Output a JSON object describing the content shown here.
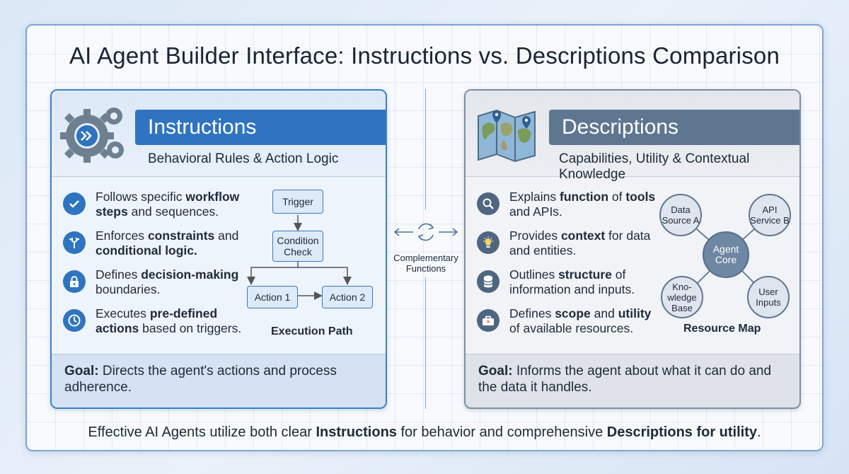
{
  "title": "AI Agent Builder Interface: Instructions vs. Descriptions Comparison",
  "instructions": {
    "heading": "Instructions",
    "subheading": "Behavioral Rules & Action Logic",
    "items": [
      {
        "icon": "check-icon",
        "pre": "Follows specific ",
        "bold": "workflow steps",
        "post": " and sequences."
      },
      {
        "icon": "branch-icon",
        "pre": "Enforces ",
        "bold": "constraints",
        "mid": " and ",
        "bold2": "conditional logic.",
        "post": ""
      },
      {
        "icon": "lock-icon",
        "pre": "Defines ",
        "bold": "decision-making",
        "post": " boundaries."
      },
      {
        "icon": "clock-icon",
        "pre": "Executes ",
        "bold": "pre-defined actions",
        "post": " based on triggers."
      }
    ],
    "flow": {
      "trigger": "Trigger",
      "condition": "Condition Check",
      "action1": "Action 1",
      "action2": "Action 2",
      "caption": "Execution Path"
    },
    "goal_label": "Goal:",
    "goal_text": " Directs the agent's actions and process adherence."
  },
  "descriptions": {
    "heading": "Descriptions",
    "subheading": "Capabilities, Utility & Contextual Knowledge",
    "items": [
      {
        "icon": "search-icon",
        "pre": "Explains ",
        "bold": "function",
        "mid": " of ",
        "bold2": "tools",
        "post": " and APIs."
      },
      {
        "icon": "lightbulb-icon",
        "pre": "Provides ",
        "bold": "context",
        "post": " for data and entities."
      },
      {
        "icon": "database-icon",
        "pre": "Outlines ",
        "bold": "structure",
        "post": " of information and inputs."
      },
      {
        "icon": "toolbox-icon",
        "pre": "Defines ",
        "bold": "scope",
        "mid": " and ",
        "bold2": "utility",
        "post": " of available resources."
      }
    ],
    "map": {
      "core": "Agent Core",
      "n1": "Data Source A",
      "n2": "API Service B",
      "n3": "Kno-wledge Base",
      "n4": "User Inputs",
      "caption": "Resource Map"
    },
    "goal_label": "Goal:",
    "goal_text": " Informs the agent about what it can do and the data it handles."
  },
  "center": {
    "label": "Complementary Functions"
  },
  "footer": {
    "pre": "Effective AI Agents utilize both clear ",
    "bold1": "Instructions",
    "mid": " for behavior and comprehensive ",
    "bold2": "Descriptions for utility",
    "post": "."
  },
  "colors": {
    "instructions_accent": "#2f74c0",
    "descriptions_accent": "#5e7690"
  }
}
